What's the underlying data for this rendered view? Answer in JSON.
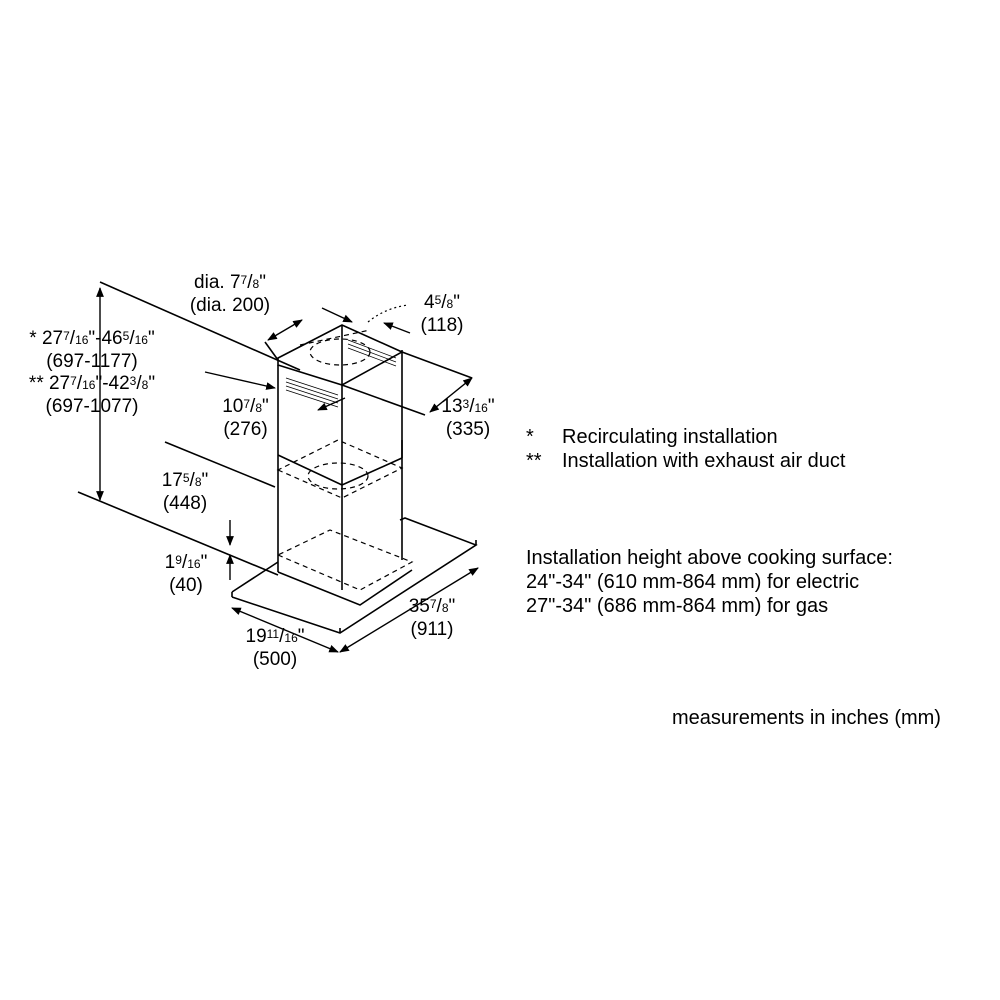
{
  "dimensions": {
    "duct_dia": {
      "label": "dia. 7",
      "num": "7",
      "den": "8",
      "suffix": "\"",
      "mm": "(dia. 200)"
    },
    "duct_offset": {
      "whole": "4",
      "num": "5",
      "den": "8",
      "suffix": "\"",
      "mm": "(118)"
    },
    "chimney_height_recirc": {
      "prefix": "* 27",
      "num1": "7",
      "den1": "16",
      "mid": "\"-46",
      "num2": "5",
      "den2": "16",
      "suffix": "\"",
      "mm": "(697-1177)"
    },
    "chimney_height_exhaust": {
      "prefix": "** 27",
      "num1": "7",
      "den1": "16",
      "mid": "\"-42",
      "num2": "3",
      "den2": "8",
      "suffix": "\"",
      "mm": "(697-1077)"
    },
    "chimney_width": {
      "whole": "10",
      "num": "7",
      "den": "8",
      "suffix": "\"",
      "mm": "(276)"
    },
    "chimney_depth": {
      "whole": "13",
      "num": "3",
      "den": "16",
      "suffix": "\"",
      "mm": "(335)"
    },
    "lower_chimney": {
      "whole": "17",
      "num": "5",
      "den": "8",
      "suffix": "\"",
      "mm": "(448)"
    },
    "canopy_thickness": {
      "whole": "1",
      "num": "9",
      "den": "16",
      "suffix": "\"",
      "mm": "(40)"
    },
    "hood_depth": {
      "whole": "19",
      "num": "11",
      "den": "16",
      "suffix": "\"",
      "mm": "(500)"
    },
    "hood_width": {
      "whole": "35",
      "num": "7",
      "den": "8",
      "suffix": "\"",
      "mm": "(911)"
    }
  },
  "legend": {
    "recirc_mark": "*",
    "recirc_text": "Recirculating installation",
    "exhaust_mark": "**",
    "exhaust_text": "Installation with exhaust air duct"
  },
  "install_height": {
    "title": "Installation height above cooking surface:",
    "electric": "24\"-34\" (610 mm-864 mm) for electric",
    "gas": "27\"-34\" (686 mm-864 mm) for gas"
  },
  "units_note": "measurements in inches (mm)"
}
